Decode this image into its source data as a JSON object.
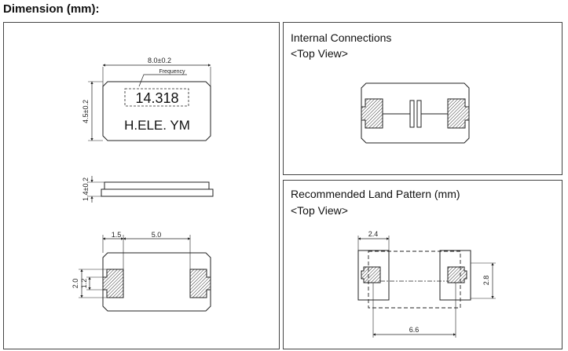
{
  "title": "Dimension (mm):",
  "package": {
    "length": "8.0±0.2",
    "width": "4.5±0.2",
    "height": "1.4±0.2",
    "frequency_label": "Frequency",
    "frequency_value": "14.318",
    "marking": "H.ELE. YM",
    "pad_offset": "1.5",
    "pad_pitch": "5.0",
    "pad_height": "2.0",
    "pad_inner": "1.2"
  },
  "internal": {
    "heading": "Internal Connections",
    "view": "<Top View>"
  },
  "land": {
    "heading": "Recommended Land Pattern (mm)",
    "view": "<Top View>",
    "pad_width": "2.4",
    "pad_height": "2.8",
    "pad_span": "6.6"
  }
}
